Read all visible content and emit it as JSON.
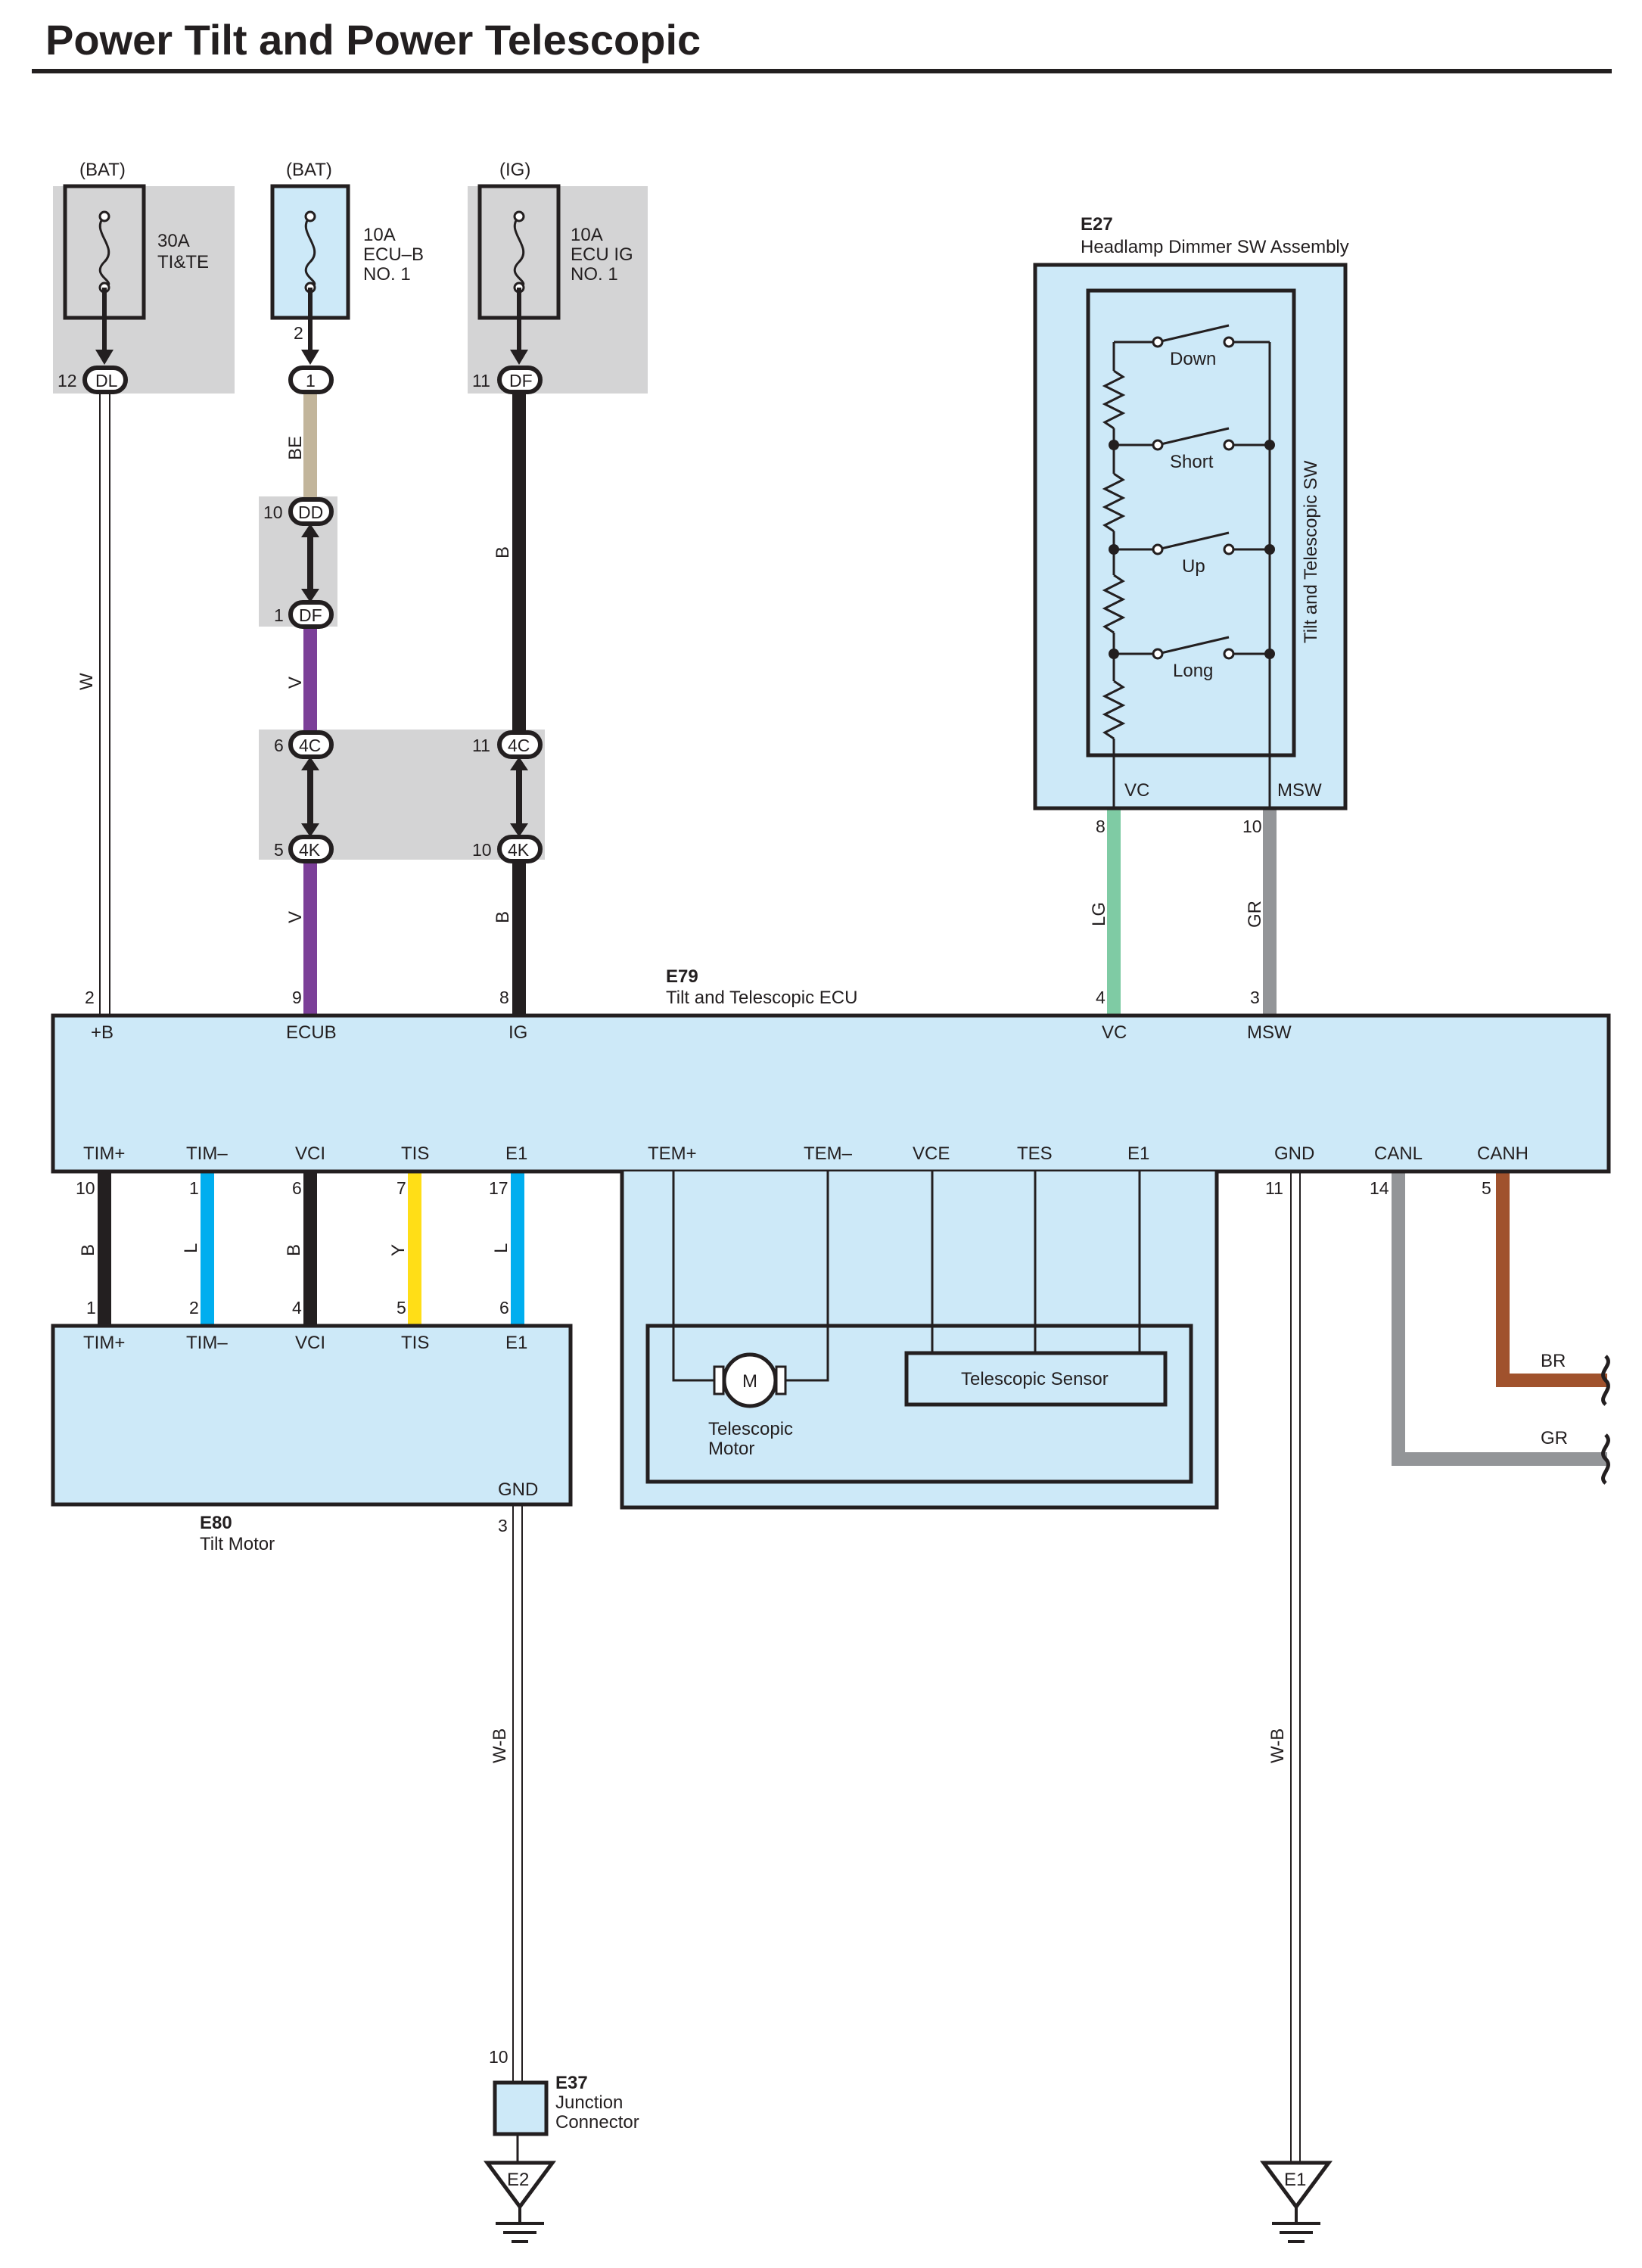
{
  "title": "Power Tilt and Power Telescopic",
  "fuses": [
    {
      "source": "(BAT)",
      "rating": "30A",
      "name": "TI&TE",
      "name2": "",
      "pin": "12",
      "connector": "DL",
      "wire": "W"
    },
    {
      "source": "(BAT)",
      "rating": "10A",
      "name": "ECU–B",
      "name2": "NO. 1",
      "pin_top": "2",
      "pin": "",
      "connector": "1",
      "wire": "BE"
    },
    {
      "source": "(IG)",
      "rating": "10A",
      "name": "ECU IG",
      "name2": "NO. 1",
      "pin": "11",
      "connector": "DF",
      "wire": "B"
    }
  ],
  "connectors": {
    "dd": {
      "label": "DD",
      "pin": "10"
    },
    "df": {
      "label": "DF",
      "pin": "1"
    },
    "c4c_a": {
      "label": "4C",
      "pin": "6"
    },
    "c4k_a": {
      "label": "4K",
      "pin": "5"
    },
    "c4c_b": {
      "label": "4C",
      "pin": "11"
    },
    "c4k_b": {
      "label": "4K",
      "pin": "10"
    }
  },
  "wires": {
    "v1": "V",
    "v2": "V",
    "b1": "B",
    "b2": "B",
    "lg": "LG",
    "gr": "GR",
    "wb1": "W-B",
    "wb2": "W-B",
    "br_end": "BR",
    "gr_end": "GR"
  },
  "colors": {
    "component_fill": "#cde9f8",
    "splice_grey": "#d4d4d5",
    "wire_black": "#231f20",
    "wire_beige": "#c2b59b",
    "wire_violet": "#7b3f98",
    "wire_lightgreen": "#7fcba4",
    "wire_grey": "#939598",
    "wire_blue": "#00aeef",
    "wire_yellow": "#ffde17",
    "wire_brown": "#a0522d"
  },
  "switch_assembly": {
    "code": "E27",
    "name": "Headlamp Dimmer SW Assembly",
    "inner_label": "Tilt and Telescopic SW",
    "positions": [
      "Down",
      "Short",
      "Up",
      "Long"
    ],
    "terminals": [
      {
        "name": "VC",
        "pin": "8"
      },
      {
        "name": "MSW",
        "pin": "10"
      }
    ]
  },
  "ecu": {
    "code": "E79",
    "name": "Tilt and Telescopic ECU",
    "top_terminals": [
      {
        "name": "+B",
        "pin": "2"
      },
      {
        "name": "ECUB",
        "pin": "9"
      },
      {
        "name": "IG",
        "pin": "8"
      },
      {
        "name": "VC",
        "pin": "4"
      },
      {
        "name": "MSW",
        "pin": "3"
      }
    ],
    "bottom_terminals": [
      {
        "name": "TIM+",
        "pin": "10",
        "wire": "B"
      },
      {
        "name": "TIM–",
        "pin": "1",
        "wire": "L"
      },
      {
        "name": "VCI",
        "pin": "6",
        "wire": "B"
      },
      {
        "name": "TIS",
        "pin": "7",
        "wire": "Y"
      },
      {
        "name": "E1",
        "pin": "17",
        "wire": "L"
      },
      {
        "name": "TEM+",
        "pin": ""
      },
      {
        "name": "TEM–",
        "pin": ""
      },
      {
        "name": "VCE",
        "pin": ""
      },
      {
        "name": "TES",
        "pin": ""
      },
      {
        "name": "E1",
        "pin": ""
      },
      {
        "name": "GND",
        "pin": "11"
      },
      {
        "name": "CANL",
        "pin": "14"
      },
      {
        "name": "CANH",
        "pin": "5"
      }
    ],
    "motor_symbol": "M",
    "motor_label": "Telescopic",
    "motor_label2": "Motor",
    "sensor_label": "Telescopic Sensor"
  },
  "tilt_motor": {
    "code": "E80",
    "name": "Tilt Motor",
    "terminals": [
      {
        "name": "TIM+",
        "pin": "1"
      },
      {
        "name": "TIM–",
        "pin": "2"
      },
      {
        "name": "VCI",
        "pin": "4"
      },
      {
        "name": "TIS",
        "pin": "5"
      },
      {
        "name": "E1",
        "pin": "6"
      }
    ],
    "gnd_label": "GND",
    "gnd_pin": "3"
  },
  "junction": {
    "code": "E37",
    "name": "Junction",
    "name2": "Connector",
    "pin": "10"
  },
  "grounds": [
    {
      "label": "E2"
    },
    {
      "label": "E1"
    }
  ]
}
